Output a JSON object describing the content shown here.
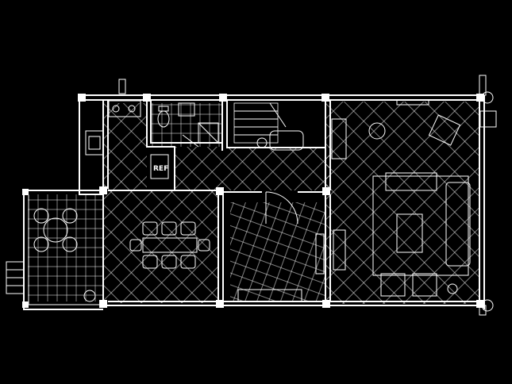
{
  "plan": {
    "colors": {
      "background": "#000000",
      "line": "#ffffff"
    },
    "labels": {
      "refrigerator": "REF"
    },
    "rooms": [
      "balcony",
      "dining-room",
      "kitchen",
      "bathroom",
      "stair-hall",
      "entry-foyer",
      "living-room"
    ],
    "icons": [
      "dining-table-icon",
      "round-table-icon",
      "sofa-icon",
      "stair-icon",
      "toilet-icon",
      "sink-icon",
      "refrigerator-icon",
      "piano-icon"
    ]
  }
}
